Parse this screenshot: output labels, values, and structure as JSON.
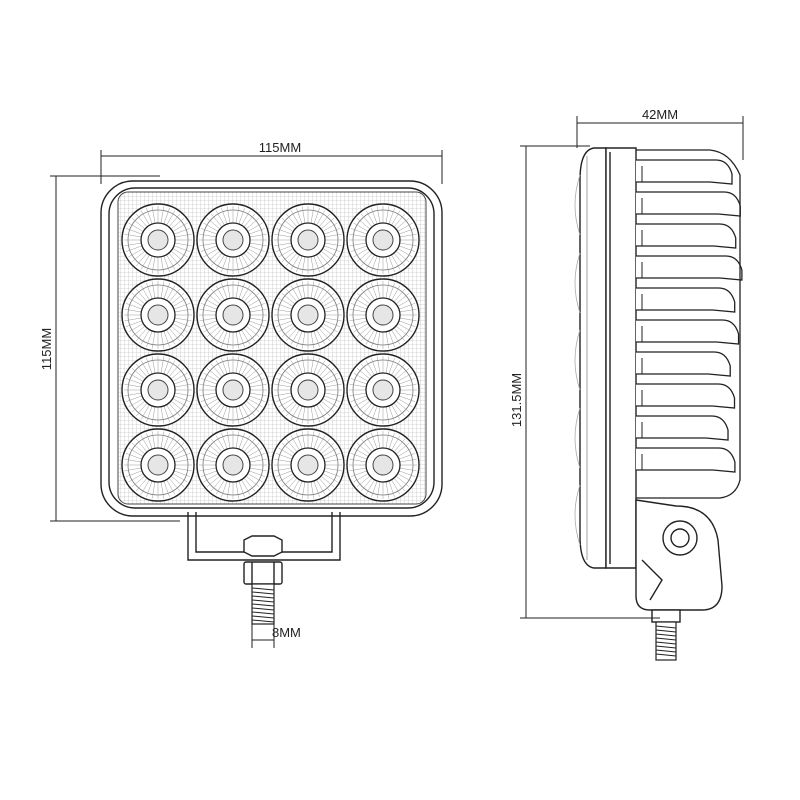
{
  "dimensions": {
    "front_width": "115MM",
    "front_height": "115MM",
    "bolt_diameter": "8MM",
    "side_depth": "42MM",
    "side_height": "131.5MM"
  },
  "front_view": {
    "led_rows": 4,
    "led_cols": 4
  },
  "side_view": {
    "fin_count": 10
  },
  "colors": {
    "line": "#222222",
    "background": "#ffffff",
    "mesh": "#9a9a9a"
  }
}
